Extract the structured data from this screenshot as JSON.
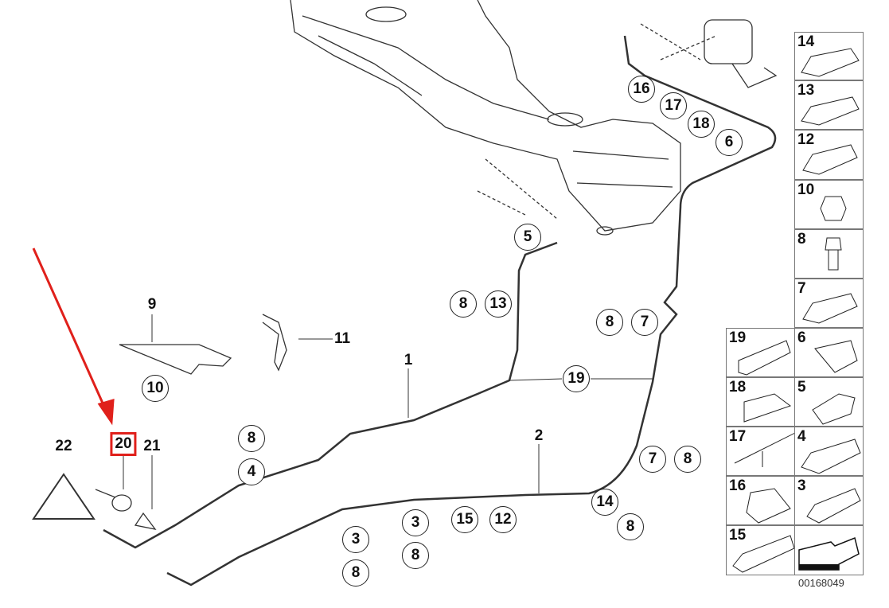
{
  "diagram": {
    "callouts": [
      "16",
      "17",
      "18",
      "6",
      "5",
      "8",
      "13",
      "8",
      "7",
      "19",
      "10",
      "8",
      "4",
      "7",
      "8",
      "14",
      "8",
      "3",
      "8",
      "15",
      "12",
      "3",
      "8"
    ],
    "labels": {
      "part9": "9",
      "part11": "11",
      "line1": "1",
      "line2": "2",
      "part22": "22",
      "part20": "20",
      "part21": "21"
    },
    "highlighted_part": "20",
    "highlight_color": "#e0201b",
    "legend_single": [
      "14",
      "13",
      "12",
      "10",
      "8",
      "7"
    ],
    "legend_pairs": [
      [
        "19",
        "6"
      ],
      [
        "18",
        "5"
      ],
      [
        "17",
        "4"
      ],
      [
        "16",
        "3"
      ],
      [
        "15",
        ""
      ]
    ],
    "part_number": "00168049"
  }
}
